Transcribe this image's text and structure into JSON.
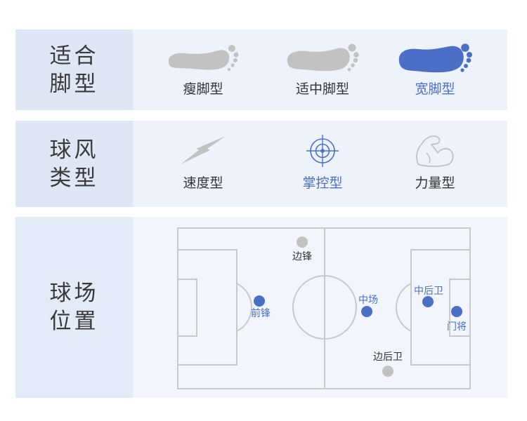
{
  "foot_type": {
    "label": "适合脚型",
    "options": [
      {
        "label": "瘦脚型",
        "active": false
      },
      {
        "label": "适中脚型",
        "active": false
      },
      {
        "label": "宽脚型",
        "active": true
      }
    ]
  },
  "play_style": {
    "label": "球风类型",
    "options": [
      {
        "label": "速度型",
        "icon": "lightning-icon",
        "active": false
      },
      {
        "label": "掌控型",
        "icon": "target-icon",
        "active": true
      },
      {
        "label": "力量型",
        "icon": "bicep-icon",
        "active": false
      }
    ]
  },
  "positions": {
    "label": "球场位置",
    "markers": [
      {
        "label": "边锋",
        "active": false
      },
      {
        "label": "前锋",
        "active": true
      },
      {
        "label": "中场",
        "active": true
      },
      {
        "label": "中后卫",
        "active": true
      },
      {
        "label": "门将",
        "active": true
      },
      {
        "label": "边后卫",
        "active": false
      }
    ]
  },
  "colors": {
    "active": "#4a6fc7",
    "inactive": "#c2c2c2",
    "label_bg": "#dfe7f6",
    "content_bg": "#eef2fb",
    "field_line": "#c9c9c9"
  }
}
